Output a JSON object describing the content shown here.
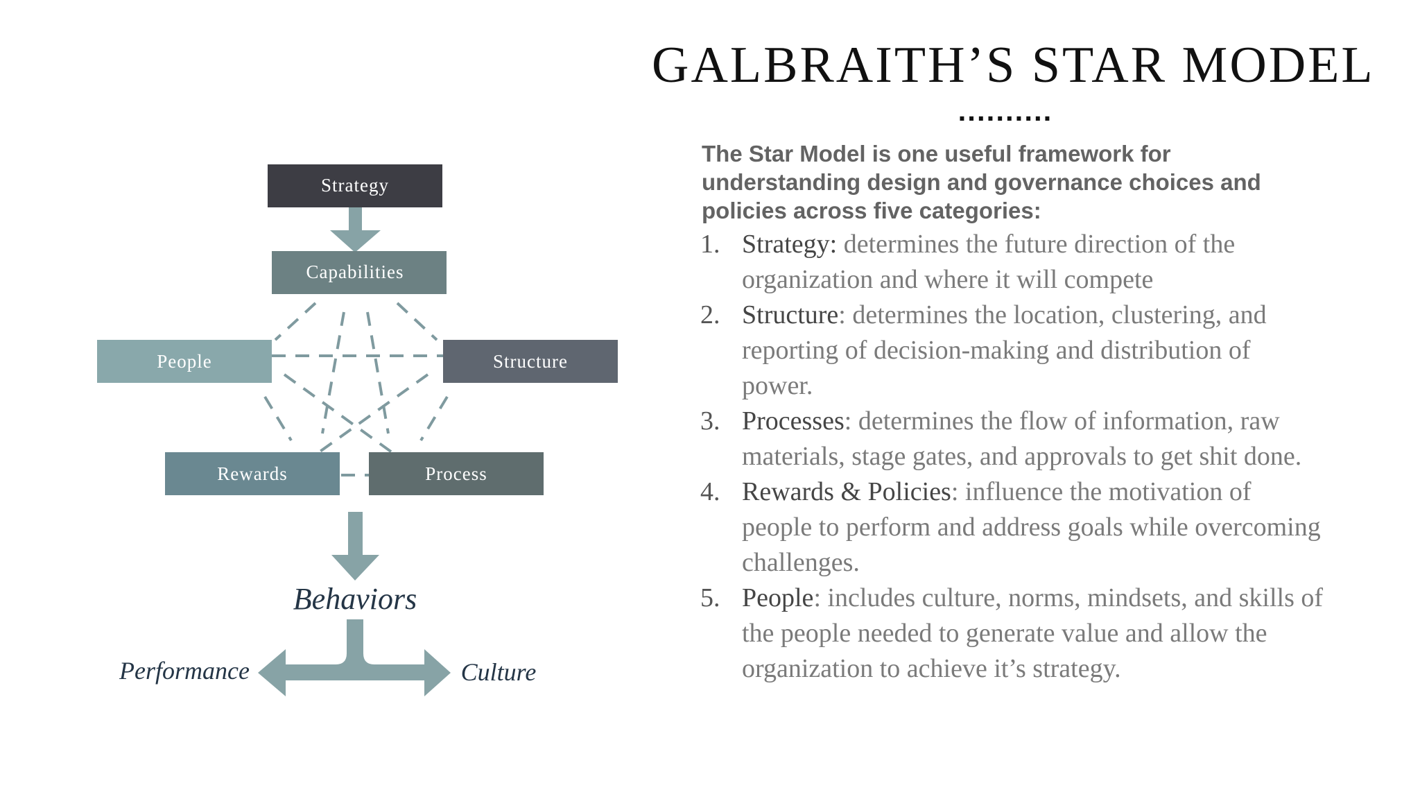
{
  "title": "GALBRAITH’S STAR MODEL",
  "title_dots": "..........",
  "intro": "The Star Model is one useful framework for understanding design and governance choices and policies across five categories:",
  "categories": [
    {
      "num": "1.",
      "term": "Strategy:",
      "desc": " determines the future direction of the organization and where it will compete"
    },
    {
      "num": "2.",
      "term": "Structure",
      "desc": ": determines the location, clustering, and reporting of decision-making and distribution of power."
    },
    {
      "num": "3.",
      "term": "Processes",
      "desc": ": determines the flow of information, raw materials, stage gates, and approvals to get shit done."
    },
    {
      "num": "4.",
      "term": "Rewards & Policies",
      "desc": ": influence the motivation of people to perform and address goals while overcoming challenges."
    },
    {
      "num": "5.",
      "term": "People",
      "desc": ": includes culture, norms, mindsets, and skills of the people needed to generate value and allow the organization to achieve it’s strategy."
    }
  ],
  "diagram": {
    "nodes": {
      "strategy": "Strategy",
      "capabilities": "Capabilities",
      "people": "People",
      "structure": "Structure",
      "rewards": "Rewards",
      "process": "Process"
    },
    "behaviors": "Behaviors",
    "performance": "Performance",
    "culture": "Culture"
  },
  "colors": {
    "strategy": "#3d3d44",
    "capabilities": "#6c8183",
    "people": "#89a8ab",
    "structure": "#5f6670",
    "rewards": "#6a8891",
    "process": "#5f6d6e",
    "arrow": "#87a3a6",
    "dashed_lines": "#7f9a9f",
    "italic_labels": "#243546"
  }
}
